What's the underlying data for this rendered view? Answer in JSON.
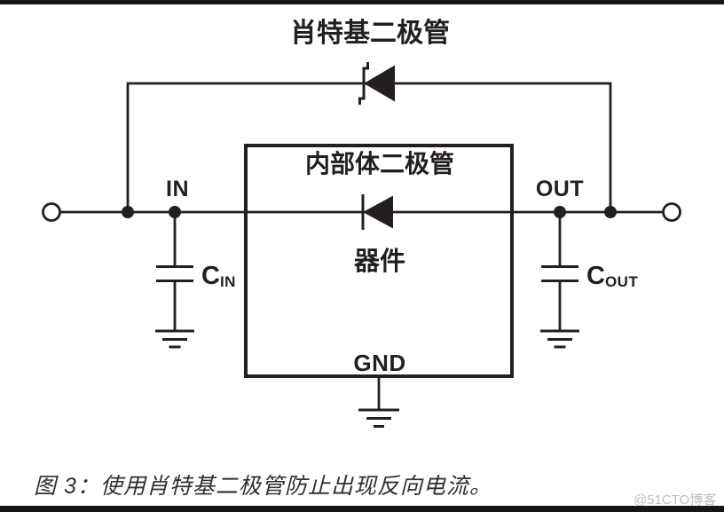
{
  "frame": {
    "watermark": "@51CTO博客"
  },
  "diagram": {
    "title": "肖特基二极管",
    "box": {
      "heading": "内部体二极管",
      "device": "器件",
      "gnd": "GND"
    },
    "nodes": {
      "in": "IN",
      "out": "OUT"
    },
    "capacitors": {
      "cin_main": "C",
      "cin_sub": "IN",
      "cout_main": "C",
      "cout_sub": "OUT"
    },
    "caption": "图 3：使用肖特基二极管防止出现反向电流。",
    "colors": {
      "line": "#231f20",
      "background": "#ffffff",
      "caption": "#2f2f31",
      "watermark": "#bdbdc1",
      "frame_bar": "#161616"
    }
  }
}
